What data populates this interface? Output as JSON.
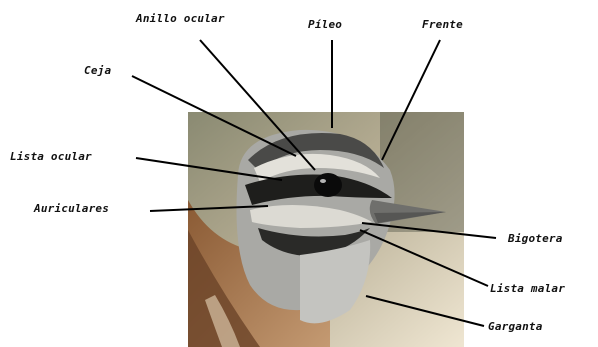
{
  "figure": {
    "image_name": "bird-head-photo",
    "labels": {
      "anillo_ocular": "Anillo ocular",
      "pileo": "Píleo",
      "frente": "Frente",
      "ceja": "Ceja",
      "lista_ocular": "Lista ocular",
      "auriculares": "Auriculares",
      "bigotera": "Bigotera",
      "lista_malar": "Lista malar",
      "garganta": "Garganta"
    }
  },
  "colors": {
    "label_text": "#111111",
    "leader_line": "#000000"
  }
}
